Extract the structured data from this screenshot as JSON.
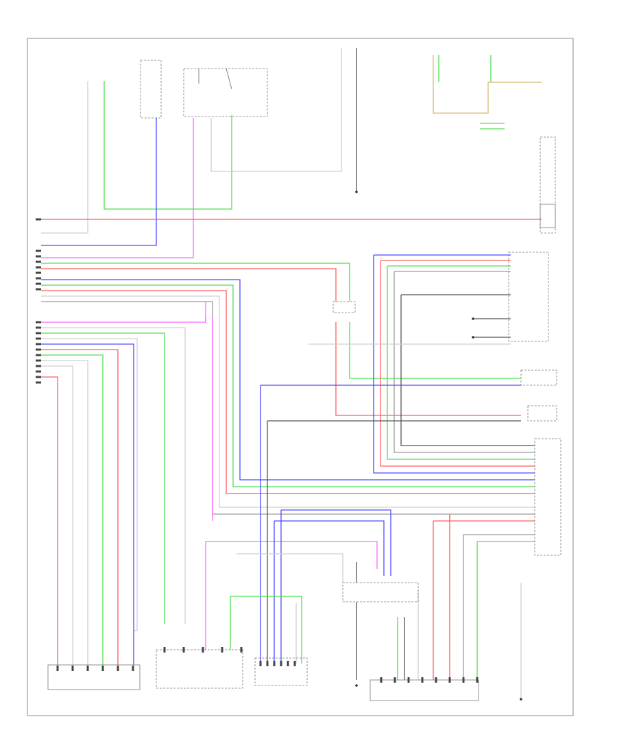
{
  "diagram": {
    "footer_code": "",
    "wire_colors": {
      "red": "#ff5c5c",
      "green": "#4ee04e",
      "blue": "#4a4aff",
      "pink": "#ff66ff",
      "gray": "#9a9a9a",
      "dark": "#555555",
      "tan": "#d9b870",
      "lightgray": "#cfcfcf"
    },
    "components": [
      {
        "key": "c1",
        "label": ""
      },
      {
        "key": "c2",
        "label": ""
      },
      {
        "key": "c3",
        "label": ""
      },
      {
        "key": "c4",
        "label": ""
      },
      {
        "key": "c5",
        "label": ""
      },
      {
        "key": "c6",
        "label": ""
      },
      {
        "key": "c7",
        "label": ""
      },
      {
        "key": "c8",
        "label": ""
      },
      {
        "key": "c9",
        "label": ""
      },
      {
        "key": "c10",
        "label": ""
      },
      {
        "key": "c11",
        "label": ""
      },
      {
        "key": "c12",
        "label": ""
      },
      {
        "key": "c13",
        "label": ""
      }
    ]
  }
}
